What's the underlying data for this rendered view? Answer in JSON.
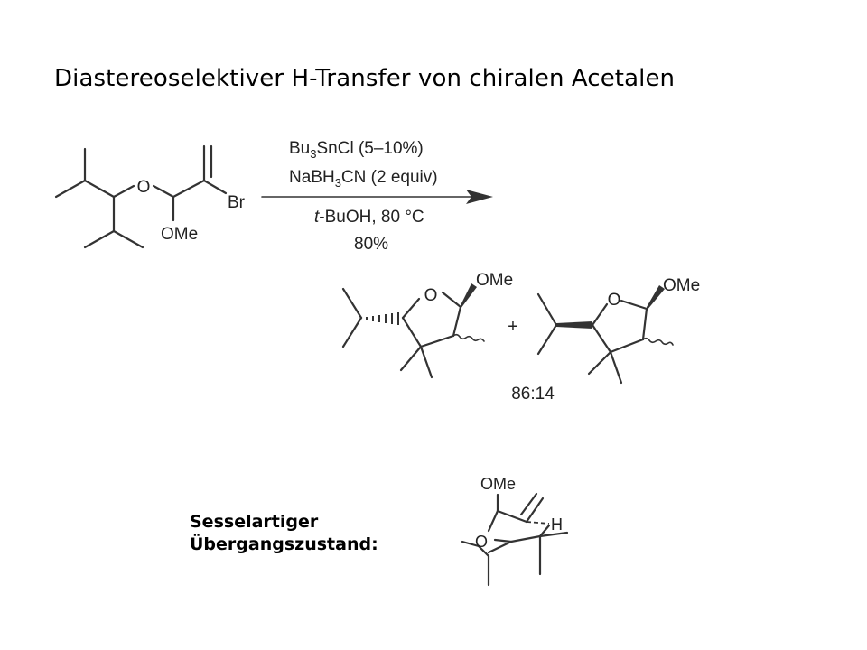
{
  "title": "Diastereoselektiver H-Transfer von chiralen Acetalen",
  "reagents": {
    "line1_prefix": "Bu",
    "line1_sub": "3",
    "line1_rest": "SnCl (5–10%)",
    "line2_prefix": "NaBH",
    "line2_sub": "3",
    "line2_rest": "CN (2 equiv)",
    "line3_italic": "t",
    "line3_rest": "-BuOH, 80 °C",
    "yield": "80%"
  },
  "substrate": {
    "o_label": "O",
    "br_label": "Br",
    "ome_label": "OMe"
  },
  "products": {
    "p1": {
      "o_label": "O",
      "ome_label": "OMe"
    },
    "p2": {
      "o_label": "O",
      "ome_label": "OMe"
    },
    "plus": "+",
    "ratio": "86:14"
  },
  "transition_state": {
    "label_line1": "Sesselartiger",
    "label_line2": "Übergangszustand:",
    "ome_label": "OMe",
    "o_label": "O",
    "h_label": "H"
  }
}
